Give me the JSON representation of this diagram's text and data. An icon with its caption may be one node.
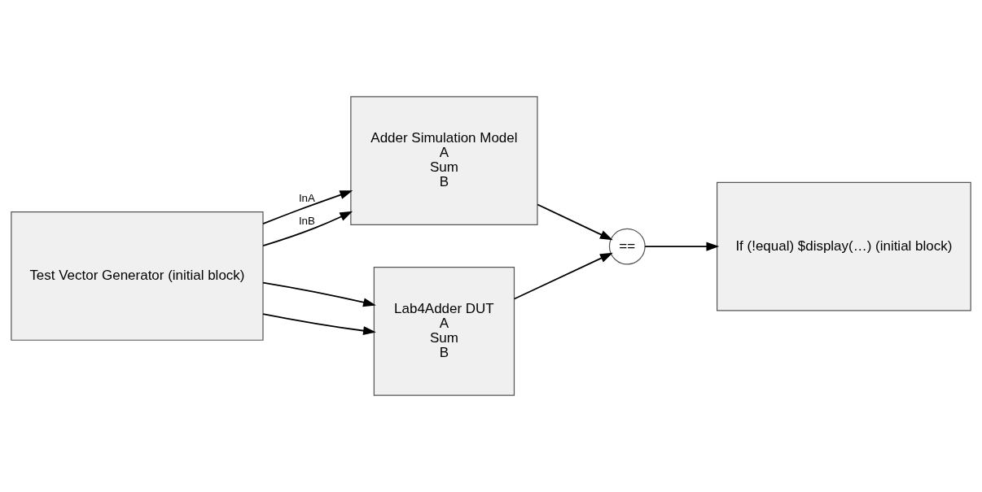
{
  "diagram": {
    "nodes": [
      {
        "text": [
          "Test Vector Generator (initial block)"
        ]
      },
      {
        "text": [
          "Adder Simulation Model",
          "A",
          "Sum",
          "B"
        ]
      },
      {
        "text": [
          "Lab4Adder DUT",
          "A",
          "Sum",
          "B"
        ]
      },
      {
        "text": [
          "=="
        ]
      },
      {
        "text": [
          "If (!equal) $display(…) (initial block)"
        ]
      }
    ],
    "edges": [
      {
        "from": 0,
        "to": 1,
        "arrow": "to",
        "label": "InA"
      },
      {
        "from": 0,
        "to": 2,
        "arrow": "to"
      },
      {
        "from": 0,
        "to": 1,
        "arrow": "to",
        "label": "InB"
      },
      {
        "from": 0,
        "to": 2,
        "arrow": "to"
      },
      {
        "from": 1,
        "to": 3,
        "arrow": "to"
      },
      {
        "from": 2,
        "to": 3,
        "arrow": "to"
      },
      {
        "from": 3,
        "to": 4,
        "arrow": "to"
      }
    ]
  }
}
